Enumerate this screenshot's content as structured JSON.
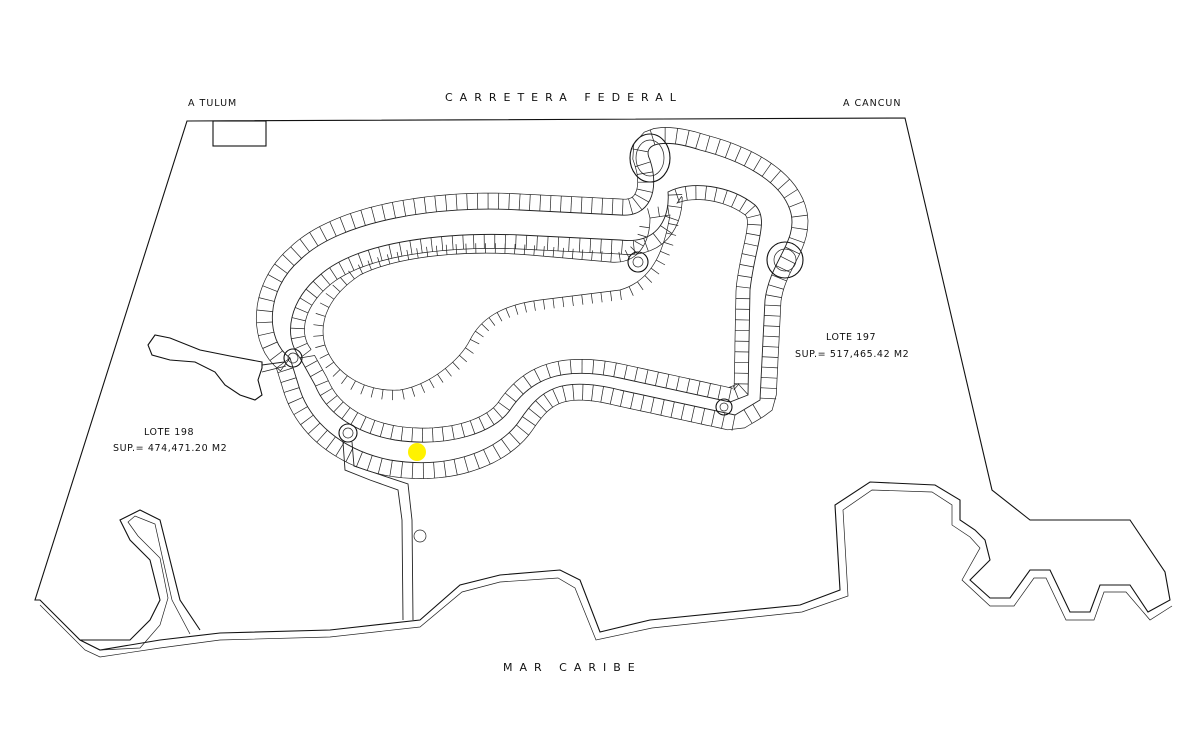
{
  "labels": {
    "highway": "CARRETERA FEDERAL",
    "to_tulum": "A TULUM",
    "to_cancun": "A CANCUN",
    "sea": "MAR CARIBE"
  },
  "lots": {
    "lote_197": {
      "name": "LOTE 197",
      "area": "SUP.= 517,465.42 M2"
    },
    "lote_198": {
      "name": "LOTE 198",
      "area": "SUP.= 474,471.20 M2"
    }
  },
  "marker": {
    "color": "#FFF200"
  },
  "colors": {
    "lines": "#111111",
    "background": "#FFFFFF"
  }
}
